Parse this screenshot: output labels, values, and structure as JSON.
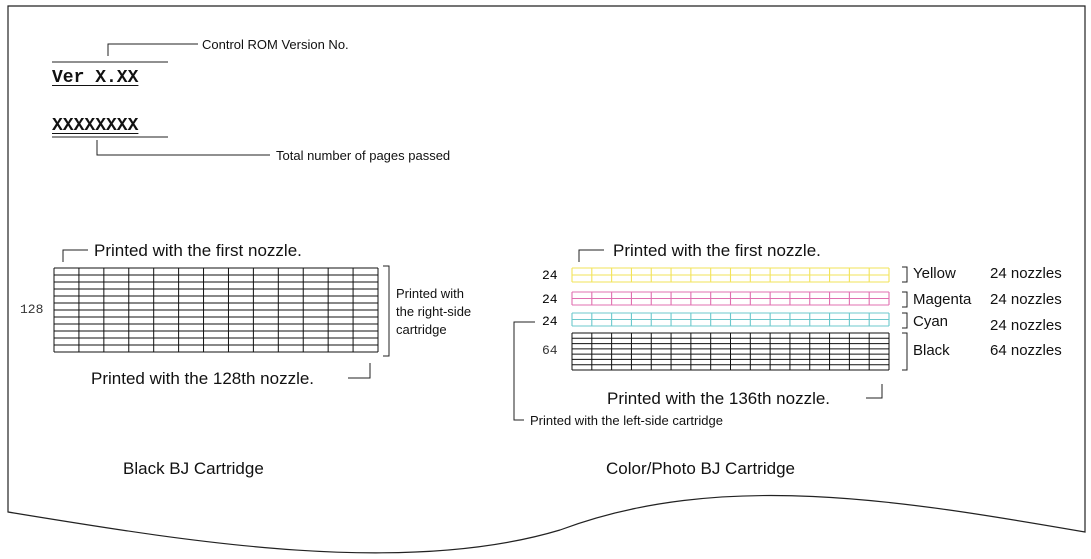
{
  "header": {
    "version_callout": "Control ROM Version No.",
    "version_text": "Ver X.XX",
    "pages_text": "XXXXXXXX",
    "pages_callout": "Total number of pages passed"
  },
  "black_cartridge": {
    "first_nozzle": "Printed with the first nozzle.",
    "nozzle_count": "128",
    "side_label": [
      "Printed with",
      "the right-side",
      "cartridge"
    ],
    "last_nozzle": "Printed with the 128th nozzle.",
    "caption": "Black BJ Cartridge"
  },
  "color_cartridge": {
    "first_nozzle": "Printed with the first nozzle.",
    "last_nozzle": "Printed with the 136th nozzle.",
    "side_label": "Printed with the left-side cartridge",
    "caption": "Color/Photo BJ Cartridge",
    "rows": [
      {
        "count": "24",
        "color": "Yellow",
        "nozzles": "24 nozzles",
        "ink": "#f2e35a"
      },
      {
        "count": "24",
        "color": "Magenta",
        "nozzles": "24 nozzles",
        "ink": "#e070b0"
      },
      {
        "count": "24",
        "color": "Cyan",
        "nozzles": "24 nozzles",
        "ink": "#6cc8cc"
      },
      {
        "count": "64",
        "color": "Black",
        "nozzles": "64 nozzles",
        "ink": "#111111"
      }
    ]
  }
}
